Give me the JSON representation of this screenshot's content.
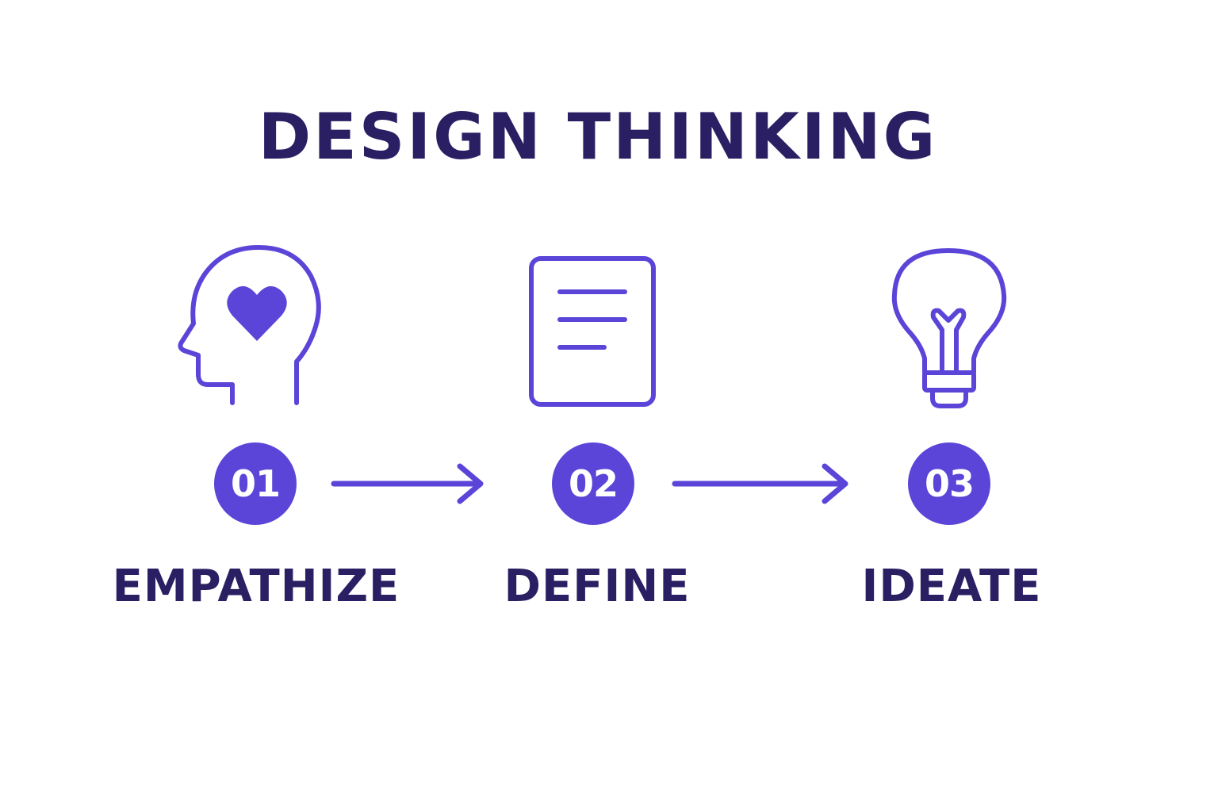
{
  "title": "DESIGN THINKING",
  "colors": {
    "accent": "#5a45d8",
    "text": "#2b1f63",
    "background": "#ffffff"
  },
  "steps": [
    {
      "number": "01",
      "label": "EMPATHIZE",
      "icon": "head-heart-icon"
    },
    {
      "number": "02",
      "label": "DEFINE",
      "icon": "document-icon"
    },
    {
      "number": "03",
      "label": "IDEATE",
      "icon": "lightbulb-icon"
    }
  ],
  "connectors": [
    {
      "from": "01",
      "to": "02",
      "icon": "arrow-right-icon"
    },
    {
      "from": "02",
      "to": "03",
      "icon": "arrow-right-icon"
    }
  ]
}
